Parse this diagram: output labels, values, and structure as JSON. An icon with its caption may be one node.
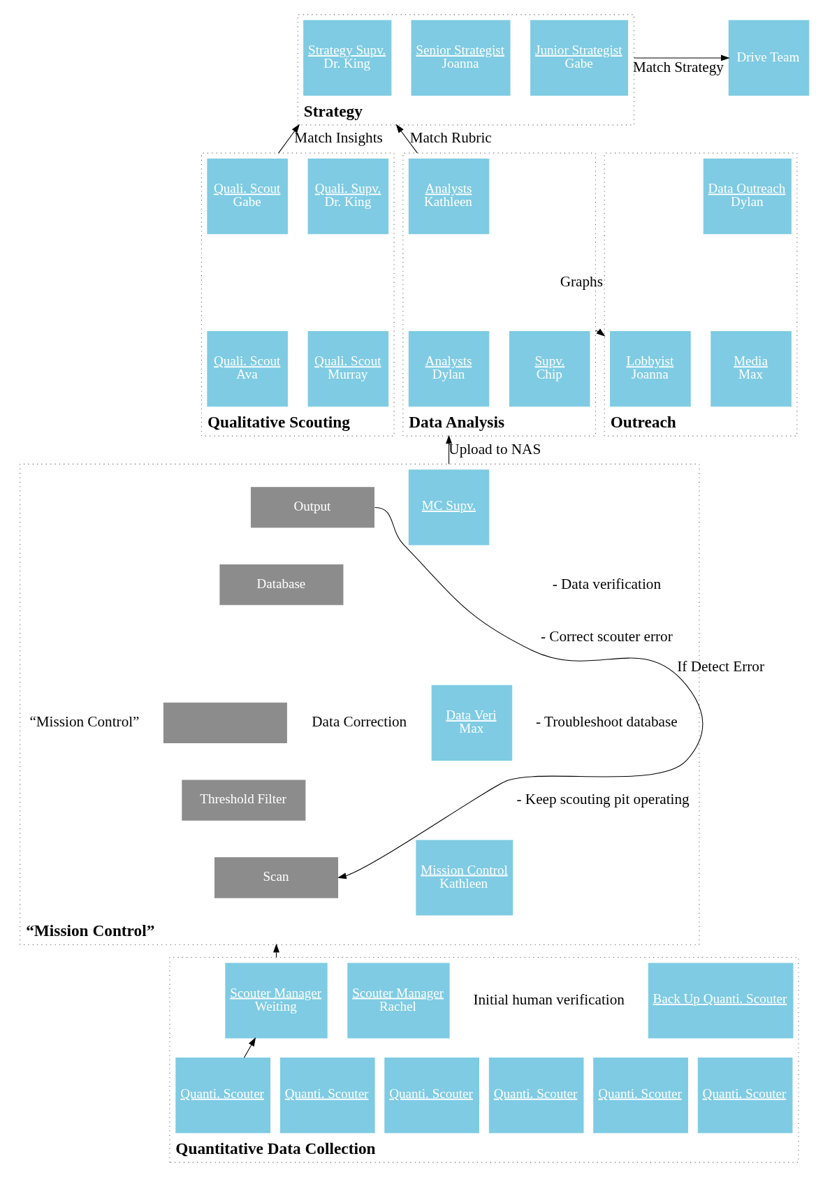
{
  "diagram": {
    "nodes": [
      {
        "text": [
          "Strategy"
        ]
      },
      {
        "text": [
          "Strategy Supv.",
          "Dr. King"
        ],
        "in": 0
      },
      {
        "text": [
          "Senior Strategist",
          "Joanna"
        ],
        "in": 0
      },
      {
        "text": [
          "Junior Strategist",
          "Gabe"
        ],
        "in": 0
      },
      {
        "text": [
          "Drive Team"
        ]
      },
      {
        "text": [
          "Qualitative Scouting"
        ]
      },
      {
        "text": [
          "Quali. Scout",
          "Gabe"
        ],
        "in": 5
      },
      {
        "text": [
          "Quali. Supv.",
          "Dr. King"
        ],
        "in": 5
      },
      {
        "text": [
          "Quali. Scout",
          "Ava"
        ],
        "in": 5
      },
      {
        "text": [
          "Quali. Scout",
          "Murray"
        ],
        "in": 5
      },
      {
        "text": [
          "Data Analysis"
        ]
      },
      {
        "text": [
          "Analysts",
          "Kathleen"
        ],
        "in": 10
      },
      {
        "text": [
          "Supv.",
          "Chip"
        ],
        "in": 10
      },
      {
        "text": [
          "Analysts",
          "Dylan"
        ],
        "in": 10
      },
      {
        "text": [
          "Outreach"
        ]
      },
      {
        "text": [
          "Lobbyist",
          "Joanna"
        ],
        "in": 14
      },
      {
        "text": [
          "Data Outreach",
          "Dylan"
        ],
        "in": 14
      },
      {
        "text": [
          "Media",
          "Max"
        ],
        "in": 14
      },
      {
        "text": [
          "“Mission Control”"
        ]
      },
      {
        "text": [
          "Output"
        ],
        "in": 18
      },
      {
        "text": [
          "Database"
        ],
        "in": 18
      },
      {
        "text": [],
        "shape": "box",
        "in": 18
      },
      {
        "text": [
          "Threshold Filter"
        ],
        "in": 18
      },
      {
        "text": [
          "Scan"
        ],
        "in": 18
      },
      {
        "text": [
          "MC Supv."
        ],
        "in": 18
      },
      {
        "text": [
          "Data Veri",
          "Max"
        ],
        "in": 18
      },
      {
        "text": [
          "Mission Control",
          "Kathleen"
        ],
        "in": 18
      },
      {
        "text": [
          "Quantitative Data Collection"
        ]
      },
      {
        "text": [
          "Scouter Manager",
          "Weiting"
        ],
        "in": 27
      },
      {
        "text": [
          "Scouter Manager",
          "Rachel"
        ],
        "in": 27
      },
      {
        "text": [
          "Back Up Quanti. Scouter"
        ],
        "in": 27
      },
      {
        "text": [
          "Quanti. Scouter"
        ],
        "in": 27
      },
      {
        "text": [
          "Quanti. Scouter"
        ],
        "in": 27
      },
      {
        "text": [
          "Quanti. Scouter"
        ],
        "in": 27
      },
      {
        "text": [
          "Quanti. Scouter"
        ],
        "in": 27
      },
      {
        "text": [
          "Quanti. Scouter"
        ],
        "in": 27
      },
      {
        "text": [
          "Quanti. Scouter"
        ],
        "in": 27
      }
    ],
    "edges": [
      {
        "from": 0,
        "to": 4,
        "label": "Match Strategy",
        "arrow": "to"
      },
      {
        "from": 5,
        "to": 0,
        "label": "Match Insights",
        "arrow": "to"
      },
      {
        "from": 10,
        "to": 0,
        "label": "Match Rubric",
        "arrow": "to"
      },
      {
        "from": 10,
        "to": 14,
        "label": "Graphs",
        "arrow": "to"
      },
      {
        "from": 18,
        "to": 10,
        "label": "Upload to NAS",
        "arrow": "to"
      },
      {
        "from": 27,
        "to": 18,
        "arrow": "to"
      },
      {
        "from": 33,
        "to": 28,
        "arrow": "to"
      },
      {
        "from": 19,
        "to": 23,
        "label": "If Detect Error",
        "arrow": "to"
      }
    ],
    "labels": [
      "“Mission Control”",
      "Data Correction",
      "- Data verification",
      "- Correct scouter error",
      "- Troubleshoot database",
      "- Keep scouting pit operating",
      "Initial human verification"
    ]
  }
}
